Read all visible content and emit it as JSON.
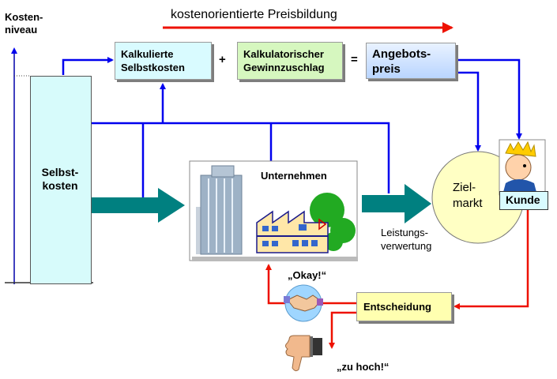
{
  "y_axis_label": "Kosten-\nniveau",
  "header_label": "kostenorientierte Preisbildung",
  "cost_column_label": "Selbst-\nkosten",
  "calc_cost_box": "Kalkulierte\nSelbstkosten",
  "plus_sign": "+",
  "profit_box": "Kalkulatorischer\nGewinnzuschlag",
  "equals_sign": "=",
  "price_box": "Angebots-\npreis",
  "company_label": "Unternehmen",
  "target_market_label": "Ziel-\nmarkt",
  "customer_label": "Kunde",
  "performance_label": "Leistungs-\nverwertung",
  "decision_box": "Entscheidung",
  "okay_label": "„Okay!“",
  "too_high_label": "„zu hoch!“",
  "colors": {
    "blue_connector": "#0000ee",
    "red_connector": "#ee1100",
    "teal_arrow": "#008080",
    "decision_fill": "#ffffb0",
    "market_fill": "#ffffc4"
  }
}
